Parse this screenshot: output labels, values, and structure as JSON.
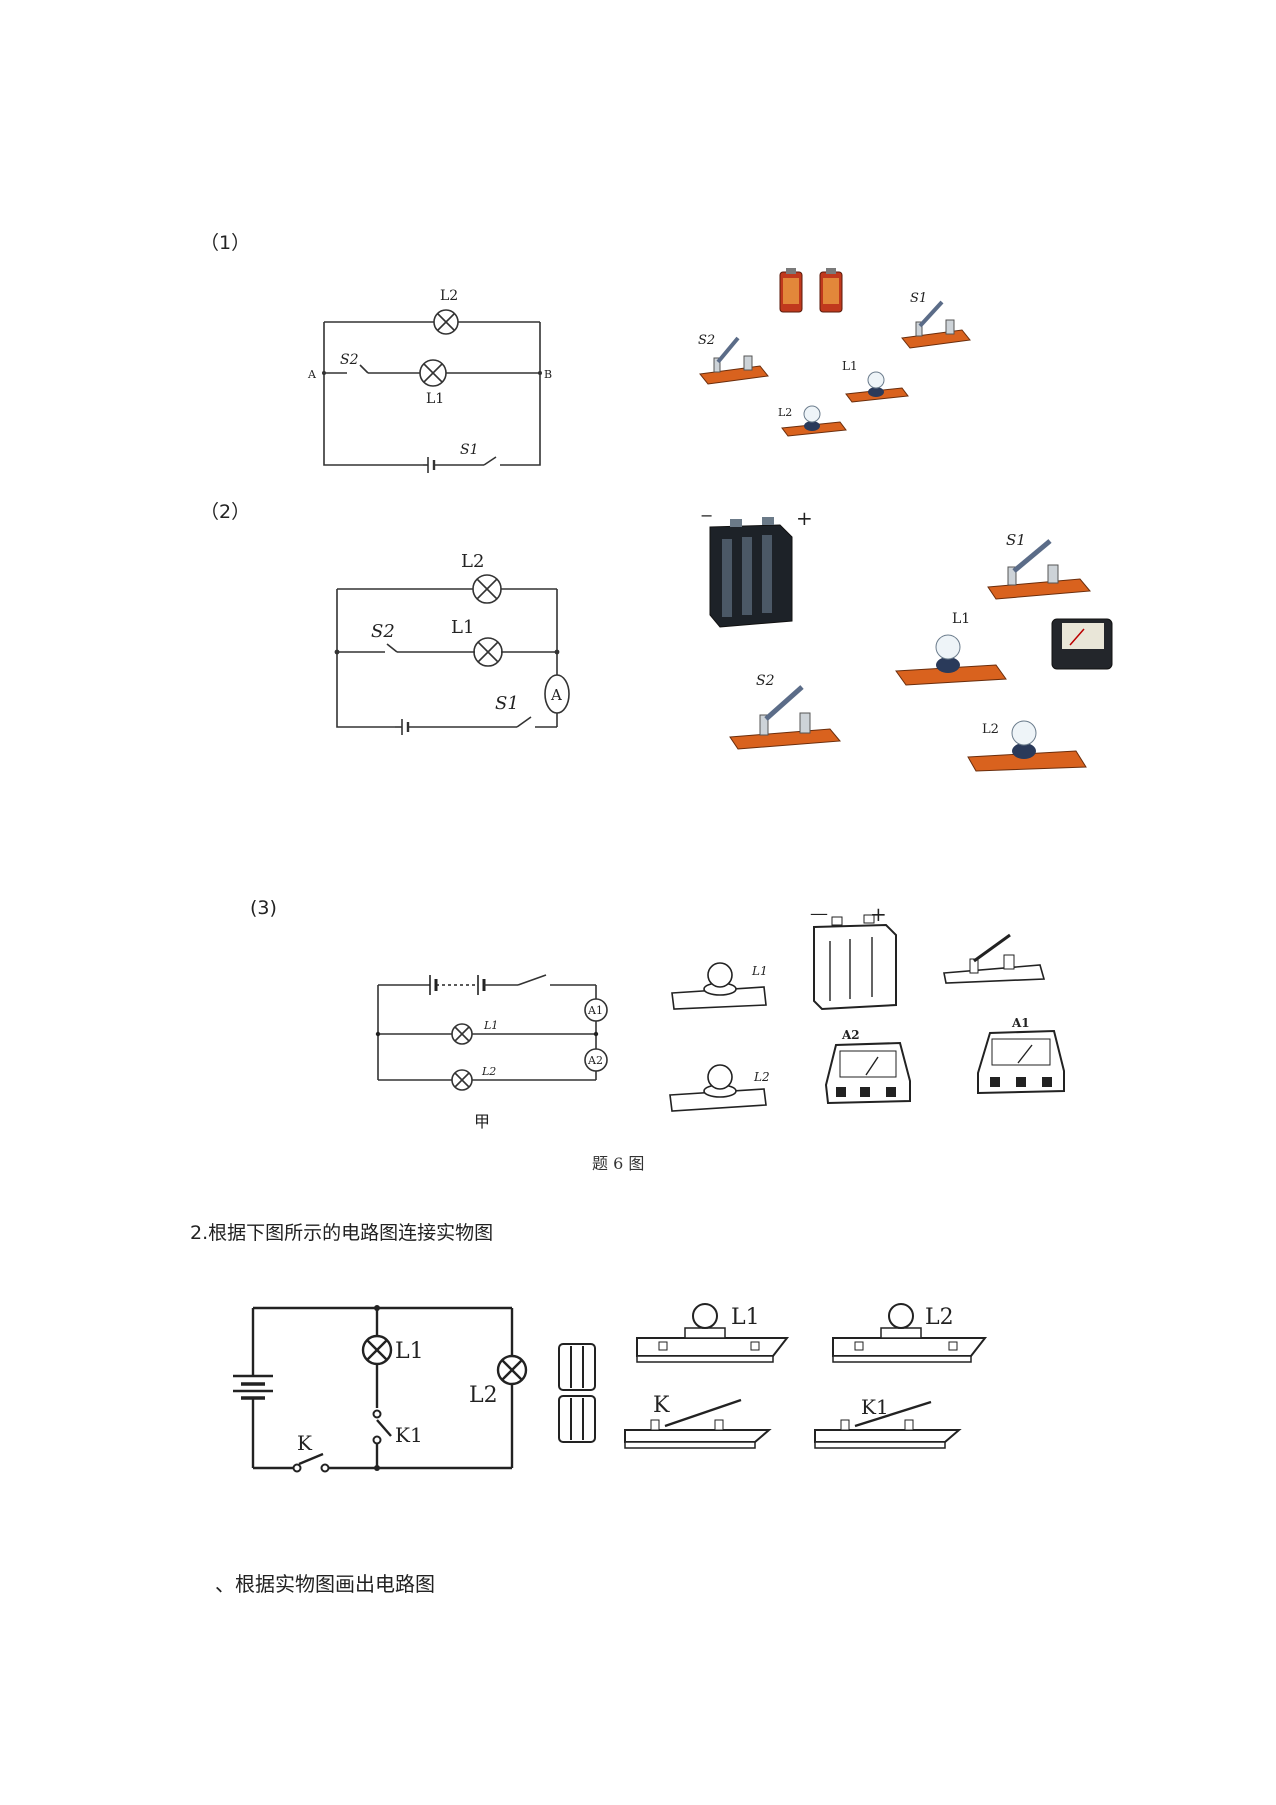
{
  "sections": [
    {
      "label": "（1）"
    },
    {
      "label": "（2）"
    },
    {
      "label": "(3)"
    }
  ],
  "diagram1": {
    "node_a": "A",
    "node_b": "B",
    "l1": "L1",
    "l2": "L2",
    "s1": "S1",
    "s2": "S2",
    "parts": {
      "s1": "S1",
      "s2": "S2",
      "l1": "L1",
      "l2": "L2"
    }
  },
  "diagram2": {
    "l1": "L1",
    "l2": "L2",
    "s1": "S1",
    "s2": "S2",
    "ammeter": "A",
    "parts": {
      "minus": "−",
      "plus": "+",
      "s1": "S1",
      "s2": "S2",
      "l1": "L1",
      "l2": "L2"
    }
  },
  "diagram3": {
    "l1": "L1",
    "l2": "L2",
    "a1": "A1",
    "a2": "A2",
    "caption_jia": "甲",
    "parts": {
      "minus": "—",
      "plus": "+",
      "l1": "L1",
      "l2": "L2",
      "a1": "A1",
      "a2": "A2"
    },
    "figure_caption": "题 6 图"
  },
  "question2": {
    "text": "2.根据下图所示的电路图连接实物图",
    "l1": "L1",
    "l2": "L2",
    "k": "K",
    "k1": "K1",
    "parts": {
      "l1": "L1",
      "l2": "L2",
      "k": "K",
      "k1": "K1"
    }
  },
  "question3": {
    "text": "、根据实物图画出电路图"
  }
}
